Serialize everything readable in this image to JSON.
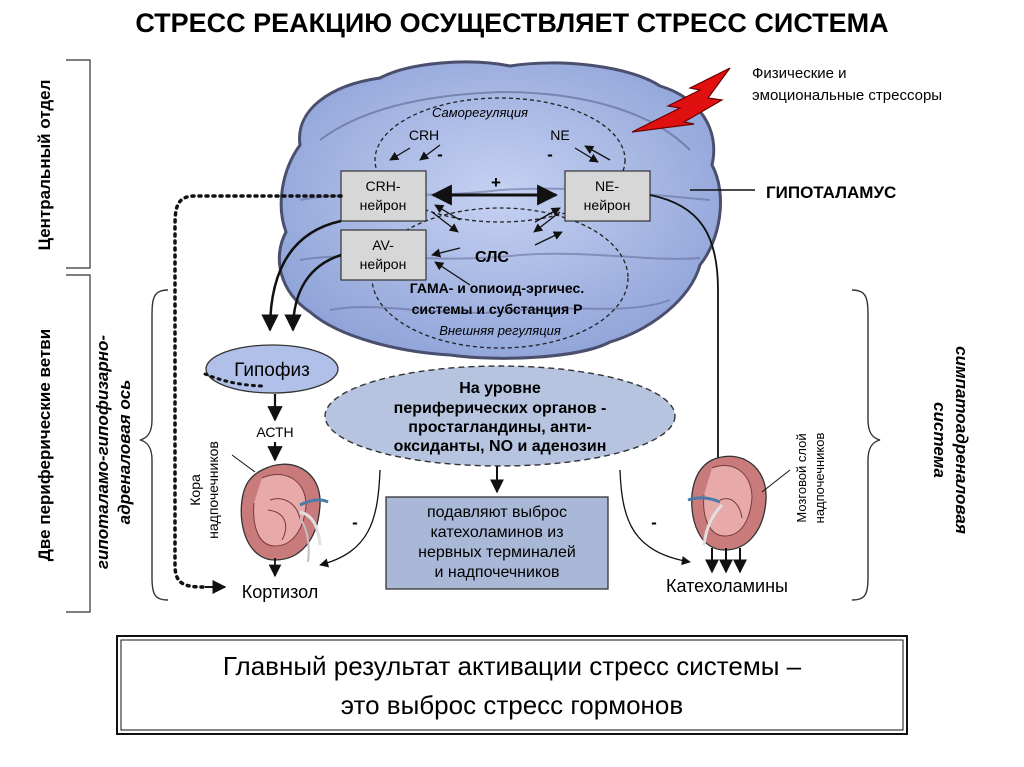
{
  "title": "СТРЕСС РЕАКЦИЮ ОСУЩЕСТВЛЯЕТ СТРЕСС СИСТЕМА",
  "left_labels": {
    "central": "Центральный отдел",
    "peripheral": "Две периферические ветви",
    "axis_line1": "гипоталамо-гипофизарно-",
    "axis_line2": "адреналовая ось"
  },
  "right_labels": {
    "system_line1": "симпатоадреналовая",
    "system_line2": "система"
  },
  "stressors": {
    "line1": "Физические и",
    "line2": "эмоциональные стрессоры"
  },
  "hypothalamus": "ГИПОТАЛАМУС",
  "brain": {
    "selfreg": "Саморегуляция",
    "crh": "CRH",
    "ne": "NE",
    "minus_left": "-",
    "minus_right": "-",
    "plus": "+",
    "sls": "СЛС",
    "gaba_line1": "ГАМА- и опиоид-эргичес.",
    "gaba_line2": "системы и субстанция Р",
    "extreg": "Внешняя регуляция"
  },
  "neurons": {
    "crh_line1": "CRH-",
    "crh_line2": "нейрон",
    "ne_line1": "NE-",
    "ne_line2": "нейрон",
    "av_line1": "AV-",
    "av_line2": "нейрон"
  },
  "pituitary": "Гипофиз",
  "acth": "АСТН",
  "cortex_line1": "Кора",
  "cortex_line2": "надпочечников",
  "medulla_line1": "Мозговой слой",
  "medulla_line2": "надпочечников",
  "cortisol": "Кортизол",
  "catecholamines": "Катехоламины",
  "minus_left": "-",
  "minus_right": "-",
  "peripheral_box": {
    "line1": "На уровне",
    "line2": "периферических органов -",
    "line3": "простагландины, анти-",
    "line4": "оксиданты, NO и аденозин"
  },
  "suppress_box": {
    "line1": "подавляют выброс",
    "line2": "катехоламинов из",
    "line3": "нервных терминалей",
    "line4": "и надпочечников"
  },
  "result": {
    "line1": "Главный результат активации стресс системы –",
    "line2": "это выброс стресс гормонов"
  },
  "colors": {
    "brain_fill": "#a9b9e6",
    "brain_outline": "#555a7a",
    "neuron_box": "#d7d7d7",
    "suppress_box": "#aab8d8",
    "peripheral_ellipse": "#b7c4e0",
    "pituitary": "#b0c0e8",
    "kidney": "#c97b7b",
    "bolt": "#e01010"
  }
}
